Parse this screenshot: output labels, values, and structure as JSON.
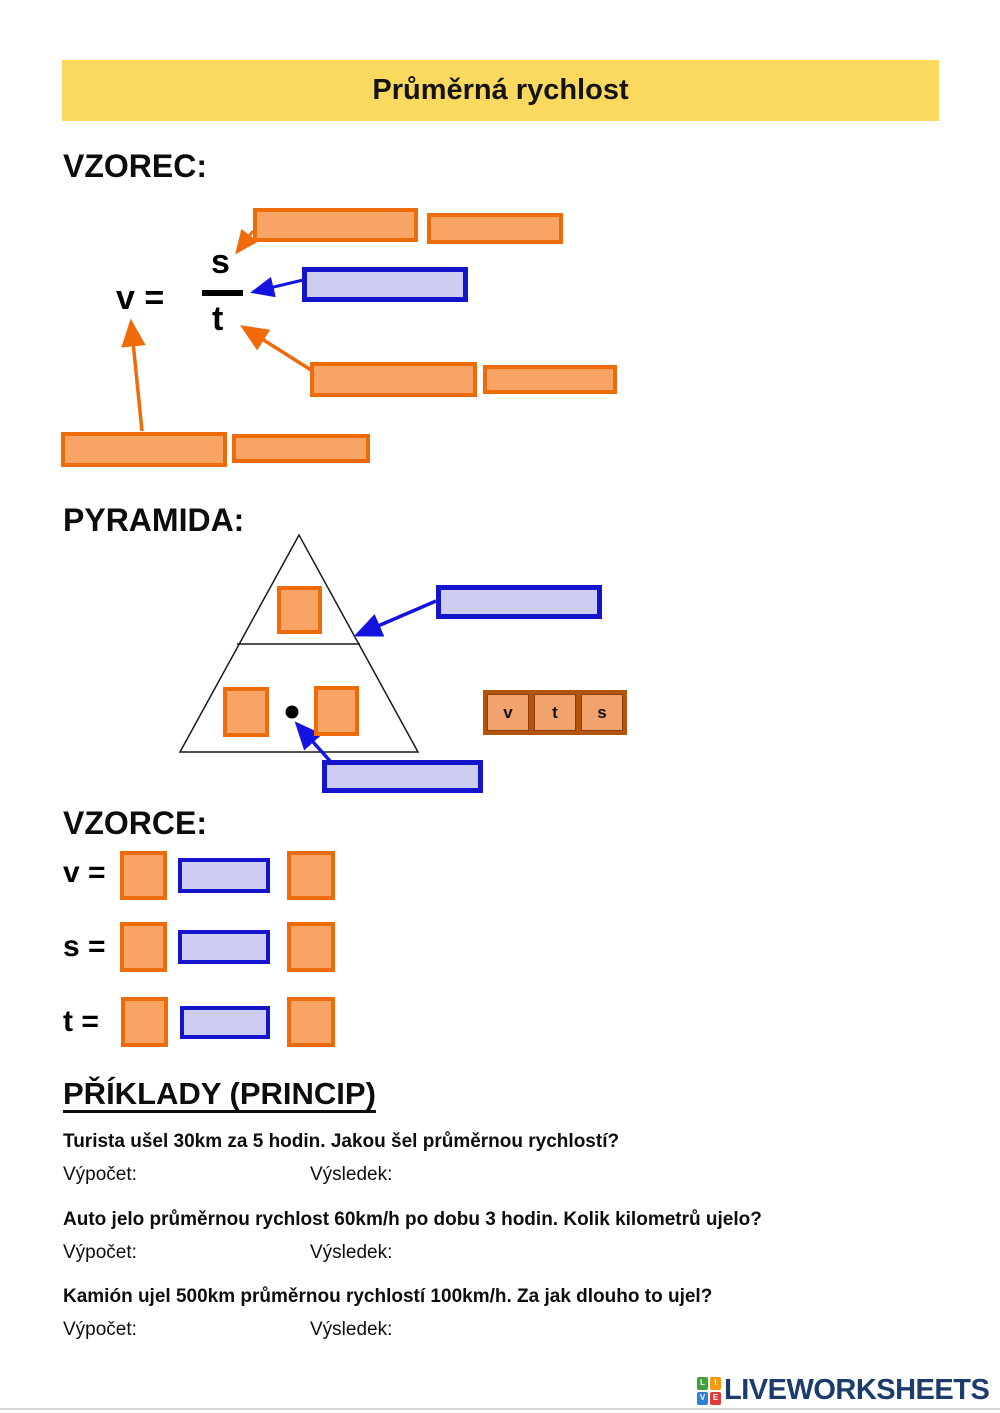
{
  "header": {
    "title": "Průměrná rychlost"
  },
  "vzorec": {
    "heading": "VZOREC:",
    "formula": {
      "lhs": "v =",
      "numerator": "s",
      "denominator": "t"
    }
  },
  "pyramida": {
    "heading": "PYRAMIDA:",
    "legend_cells": [
      "v",
      "t",
      "s"
    ]
  },
  "vzorce": {
    "heading": "VZORCE:",
    "rows": [
      {
        "label": "v ="
      },
      {
        "label": "s ="
      },
      {
        "label": "t ="
      }
    ]
  },
  "priklady": {
    "heading": "PŘÍKLADY (PRINCIP)",
    "problems": [
      {
        "question": "Turista ušel 30km za 5 hodin. Jakou šel průměrnou rychlostí?",
        "calc_label": "Výpočet:",
        "result_label": "Výsledek:"
      },
      {
        "question": "Auto jelo průměrnou rychlost 60km/h po dobu 3 hodin. Kolik kilometrů ujelo?",
        "calc_label": "Výpočet:",
        "result_label": "Výsledek:"
      },
      {
        "question": "Kamión ujel 500km průměrnou rychlostí 100km/h. Za jak dlouho to ujel?",
        "calc_label": "Výpočet:",
        "result_label": "Výsledek:"
      }
    ]
  },
  "footer": {
    "logo_text": "LIVEWORKSHEETS",
    "logo_tiles": [
      "L",
      "I",
      "V",
      "E"
    ]
  },
  "colors": {
    "header_bg": "#FBD95F",
    "orange_border": "#ED6B0B",
    "orange_fill": "#F8A464",
    "blue_border": "#1414CC",
    "blue_fill": "#CDCDF2",
    "legend_frame": "#B4540A",
    "legend_cell_fill": "#F2A26C",
    "arrow_orange": "#F06A0A",
    "arrow_blue": "#1414E0",
    "logo_navy": "#1C3C6E"
  }
}
